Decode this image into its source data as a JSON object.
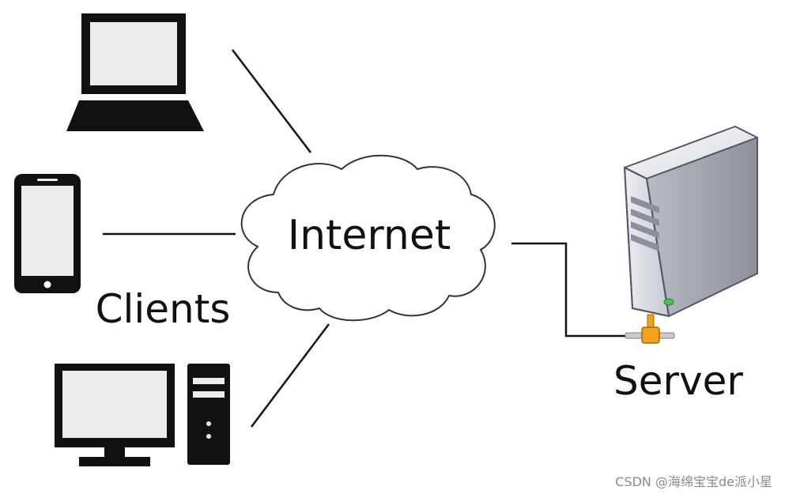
{
  "labels": {
    "internet": "Internet",
    "clients": "Clients",
    "server": "Server"
  },
  "watermark": "CSDN @海绵宝宝de派小星",
  "icons": {
    "laptop": "laptop-icon",
    "phone": "smartphone-icon",
    "desktop": "desktop-computer-icon",
    "cloud": "cloud-icon",
    "server": "server-tower-icon",
    "connector": "network-connector-icon"
  },
  "colors": {
    "ink": "#111111",
    "connector_orange": "#f2a21a",
    "server_body": "#dcdde2",
    "server_shadow": "#a9abb5",
    "server_led": "#4cc15a"
  }
}
